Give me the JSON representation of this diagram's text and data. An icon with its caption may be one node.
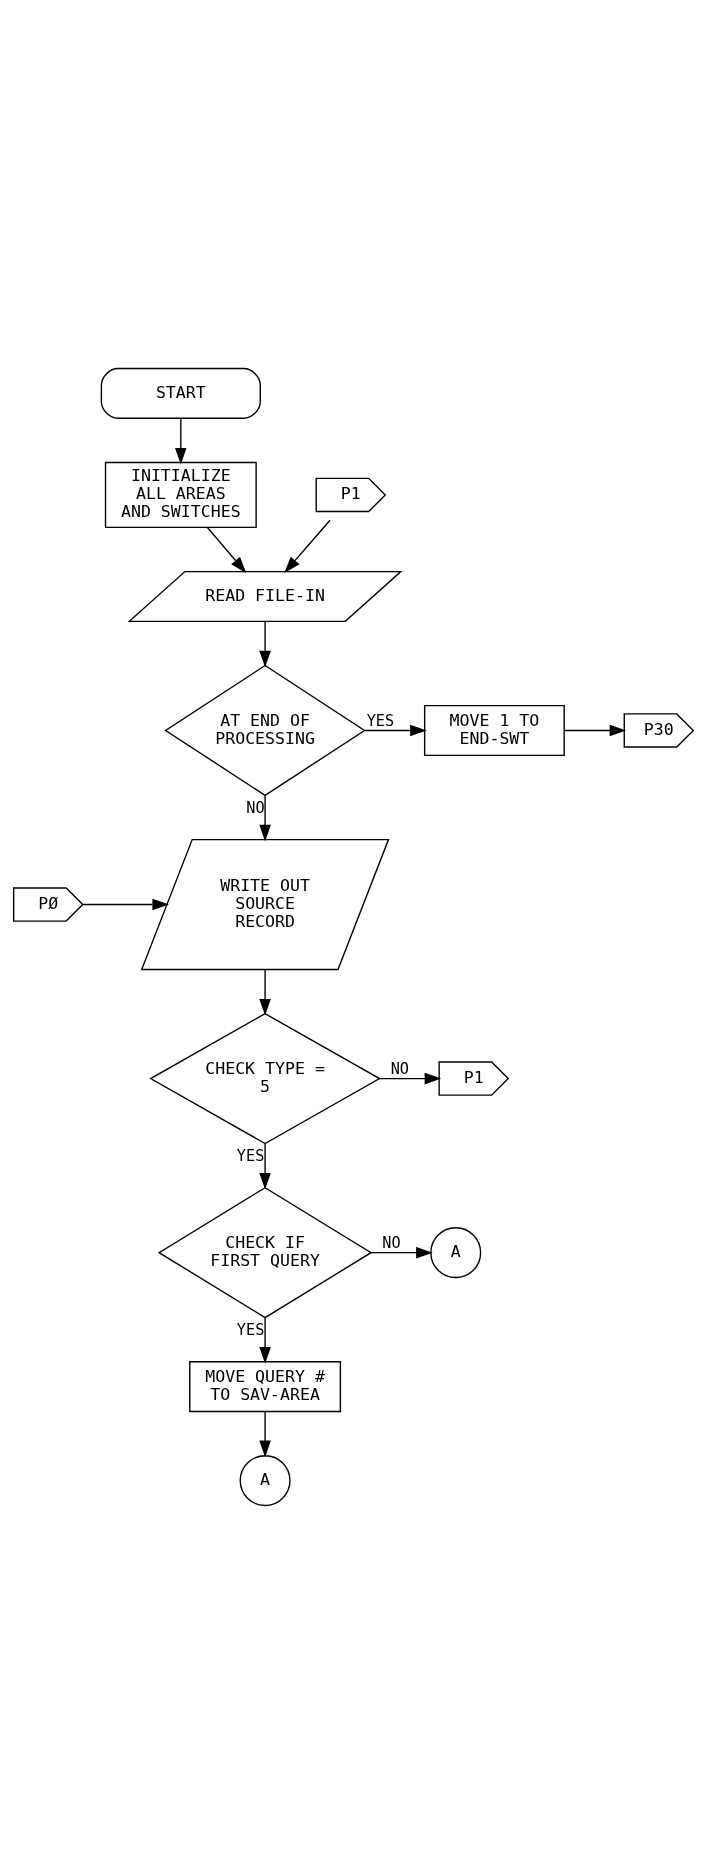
{
  "diagram": {
    "nodes": [
      {
        "text": [
          "START"
        ]
      },
      {
        "text": [
          "INITIALIZE ALL AREAS AND SWITCHES"
        ]
      },
      {
        "text": [
          "P1"
        ]
      },
      {
        "text": [
          "READ FILE-IN"
        ]
      },
      {
        "text": [
          "AT END OF PROCESSING"
        ]
      },
      {
        "text": [
          "MOVE 1 TO END-SWT"
        ]
      },
      {
        "text": [
          "P30"
        ]
      },
      {
        "text": [
          "PØ"
        ]
      },
      {
        "text": [
          "WRITE OUT SOURCE RECORD"
        ]
      },
      {
        "text": [
          "CHECK TYPE = 5"
        ]
      },
      {
        "text": [
          "P1"
        ]
      },
      {
        "text": [
          "CHECK IF FIRST QUERY"
        ]
      },
      {
        "text": [
          "A"
        ]
      },
      {
        "text": [
          "MOVE QUERY # TO SAV-AREA"
        ]
      },
      {
        "text": [
          "A"
        ]
      }
    ],
    "edges": [
      {
        "from": 0,
        "to": 1,
        "arrow": "to"
      },
      {
        "from": 1,
        "to": 3,
        "arrow": "to"
      },
      {
        "from": 2,
        "to": 3,
        "arrow": "to"
      },
      {
        "from": 3,
        "to": 4,
        "arrow": "to"
      },
      {
        "from": 4,
        "to": 5,
        "arrow": "to",
        "label": "YES"
      },
      {
        "from": 5,
        "to": 6,
        "arrow": "to"
      },
      {
        "from": 4,
        "to": 8,
        "arrow": "to",
        "label": "NO"
      },
      {
        "from": 7,
        "to": 8,
        "arrow": "to"
      },
      {
        "from": 8,
        "to": 9,
        "arrow": "to"
      },
      {
        "from": 9,
        "to": 10,
        "arrow": "to",
        "label": "NO"
      },
      {
        "from": 9,
        "to": 11,
        "arrow": "to",
        "label": "YES"
      },
      {
        "from": 11,
        "to": 12,
        "arrow": "to",
        "label": "NO"
      },
      {
        "from": 11,
        "to": 13,
        "arrow": "to",
        "label": "YES"
      },
      {
        "from": 13,
        "to": 14,
        "arrow": "to"
      }
    ]
  }
}
